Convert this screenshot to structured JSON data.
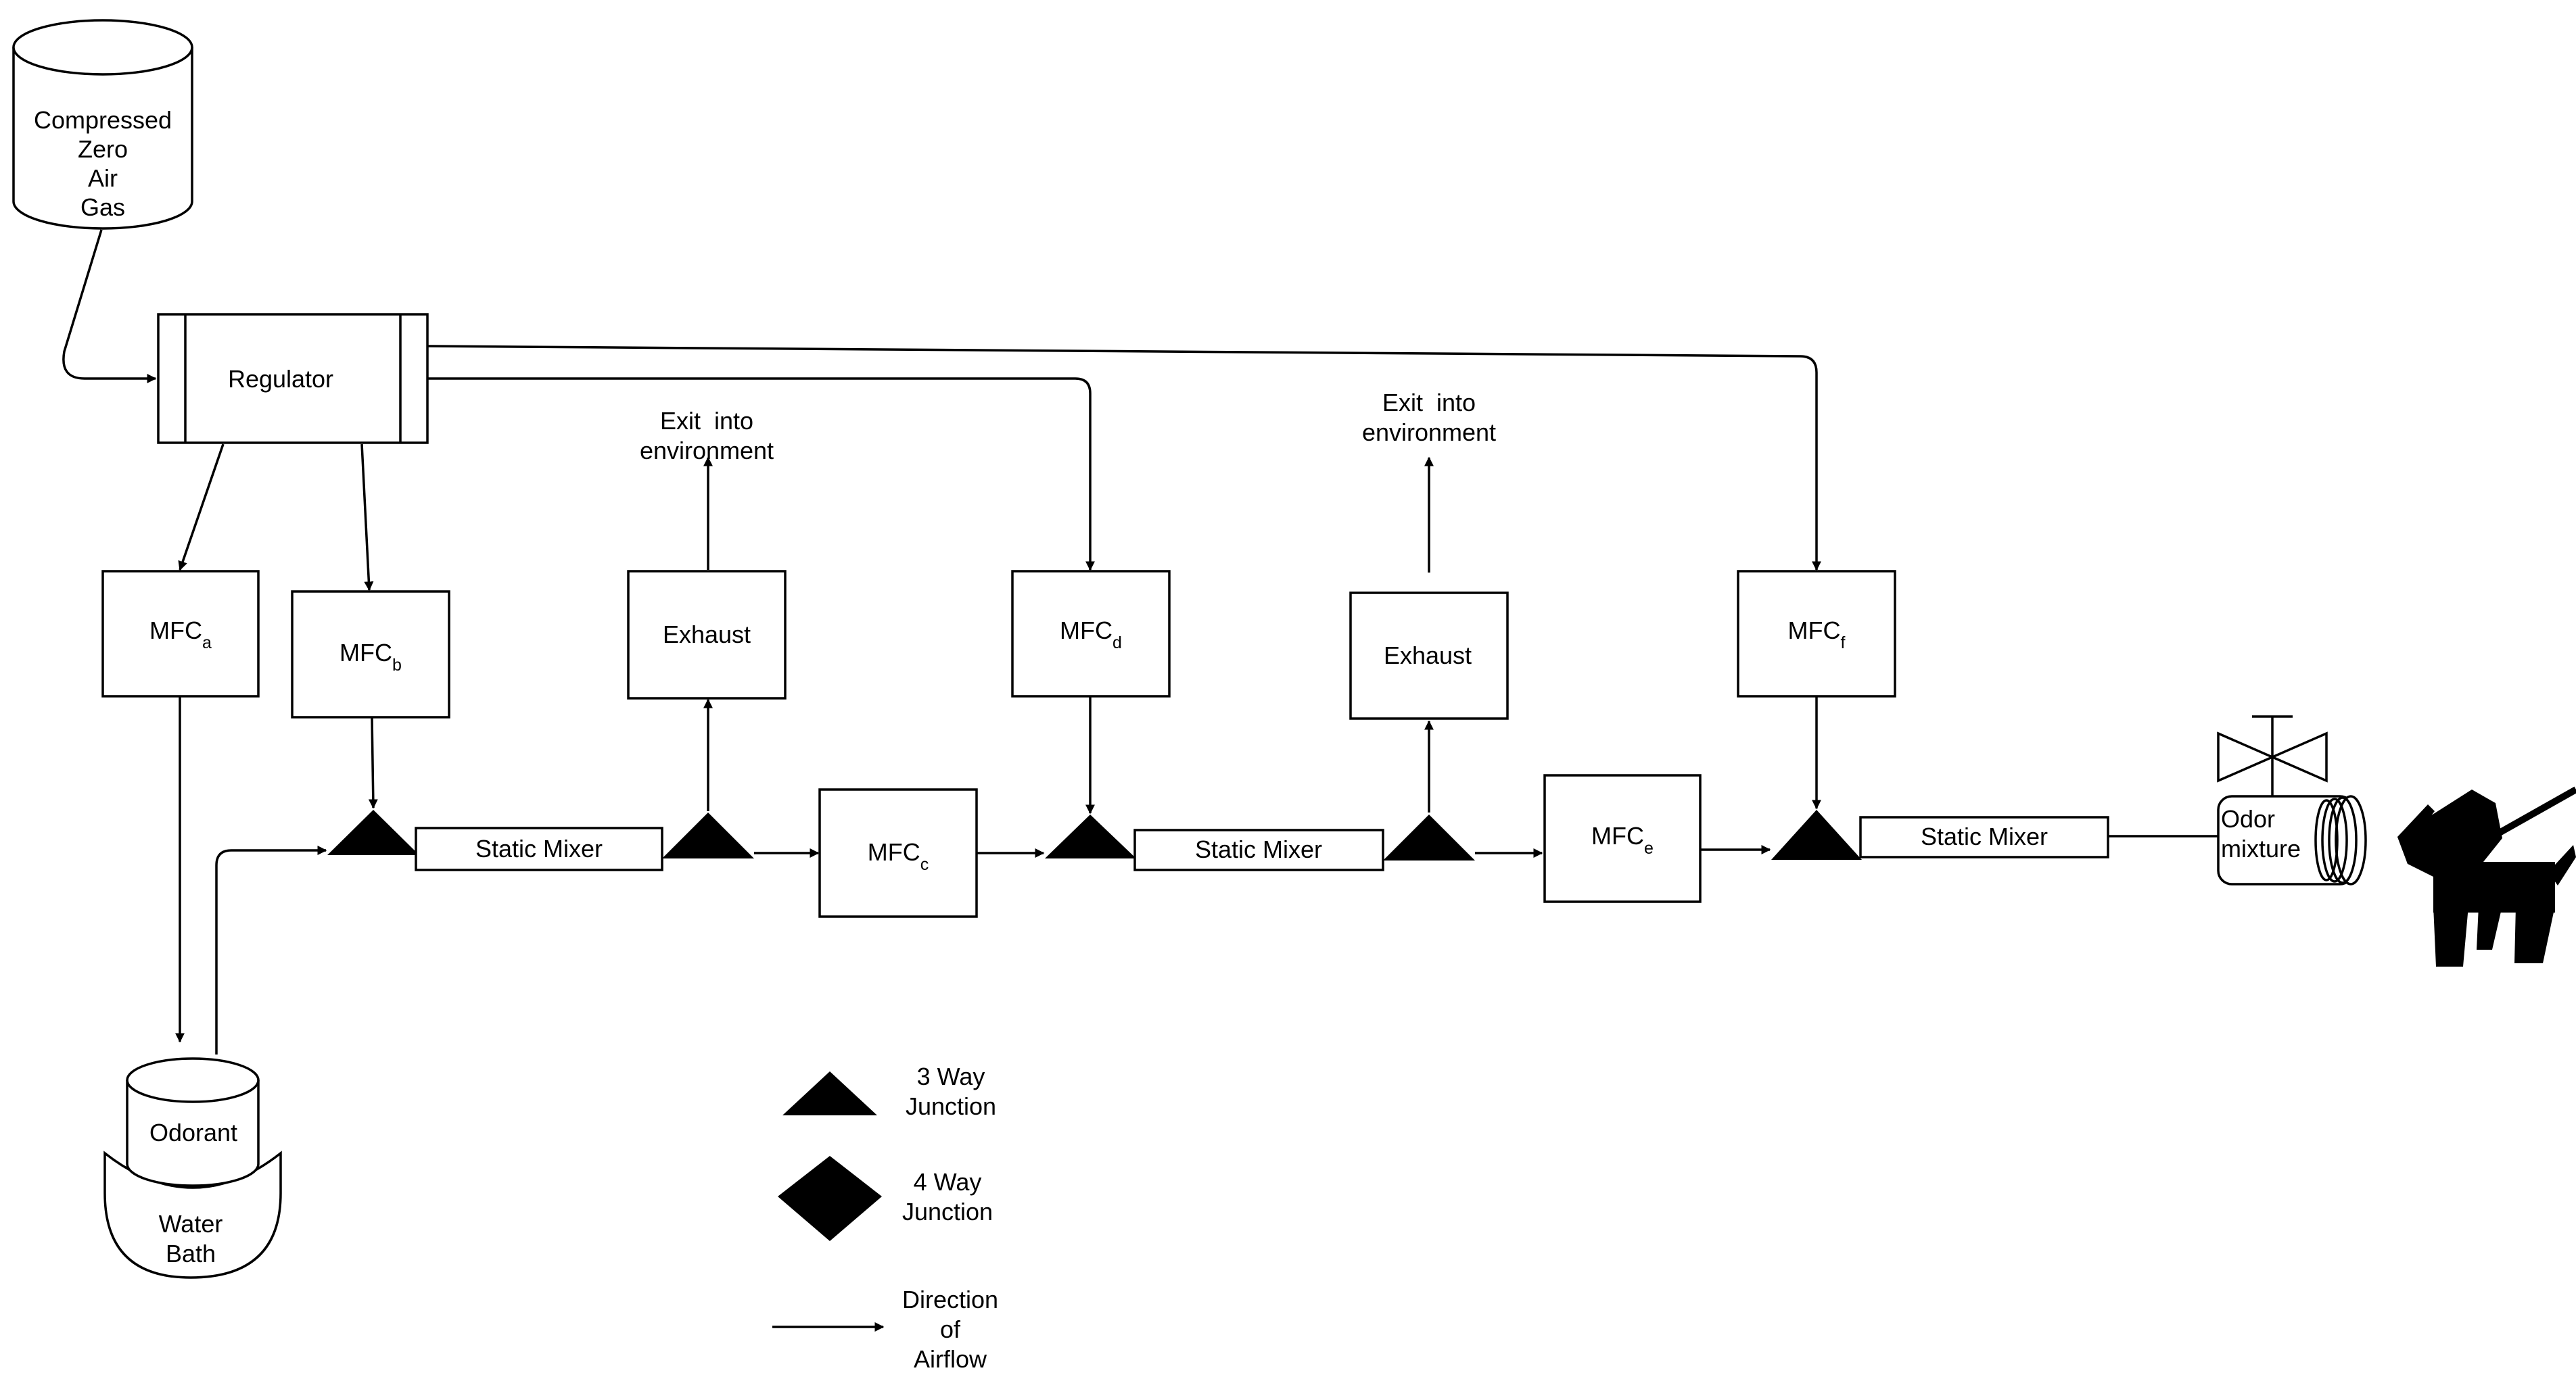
{
  "source": {
    "lines": [
      "Compressed",
      "Zero",
      "Air",
      "Gas"
    ]
  },
  "regulator": {
    "label": "Regulator"
  },
  "mfc": {
    "prefix": "MFC",
    "a": "a",
    "b": "b",
    "c": "c",
    "d": "d",
    "e": "e",
    "f": "f"
  },
  "exhaust": {
    "label": "Exhaust",
    "exit_line1": "Exit  into",
    "exit_line2": "environment"
  },
  "static_mixer": {
    "label": "Static Mixer"
  },
  "odorant": {
    "label": "Odorant",
    "bath_line1": "Water",
    "bath_line2": "Bath"
  },
  "output": {
    "line1": "Odor",
    "line2": "mixture"
  },
  "legend": {
    "three_way": [
      "3 Way",
      "Junction"
    ],
    "four_way": [
      "4 Way",
      "Junction"
    ],
    "airflow": [
      "Direction",
      "of",
      "Airflow"
    ]
  }
}
